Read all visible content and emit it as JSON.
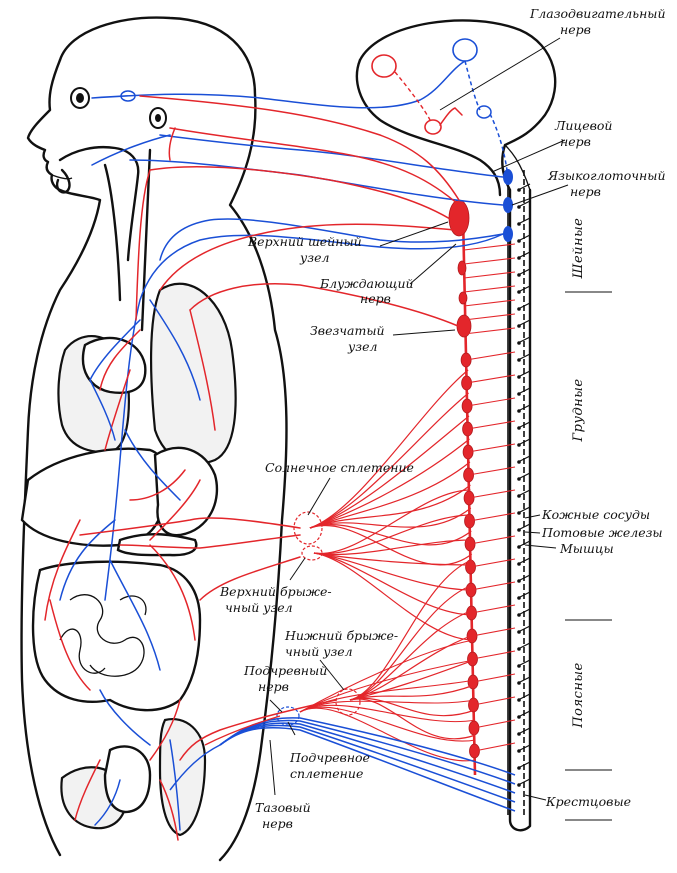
{
  "colors": {
    "sympathetic": "#e3262b",
    "parasympathetic": "#1a4fd6",
    "outline": "#111111"
  },
  "labels": {
    "oculomotor": [
      "Глазодвигательный",
      "нерв"
    ],
    "facial": [
      "Лицевой",
      "нерв"
    ],
    "glossopharyngeal": [
      "Языкоглоточный",
      "нерв"
    ],
    "superior_cervical": [
      "Верхний шейный",
      "узел"
    ],
    "vagus": [
      "Блуждающий",
      "нерв"
    ],
    "stellate": [
      "Звезчатый",
      "узел"
    ],
    "celiac_plexus": [
      "Солнечное сплетение"
    ],
    "superior_mesenteric": [
      "Верхний брыже-",
      "чный узел"
    ],
    "inferior_mesenteric": [
      "Нижний брыже-",
      "чный узел"
    ],
    "hypogastric_nerve": [
      "Подчревный",
      "нерв"
    ],
    "hypogastric_plexus": [
      "Подчревное",
      "сплетение"
    ],
    "pelvic_nerve": [
      "Тазовый",
      "нерв"
    ],
    "skin_vessels": "Кожные сосуды",
    "sweat_glands": "Потовые железы",
    "muscles": "Мышцы"
  },
  "regions": {
    "cervical": "Шейные",
    "thoracic": "Грудные",
    "lumbar": "Поясные",
    "sacral": "Крестцовые"
  }
}
